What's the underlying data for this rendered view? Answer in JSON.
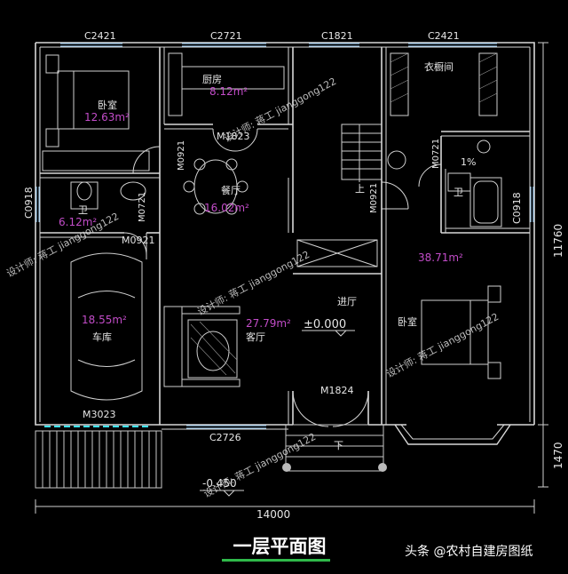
{
  "window_labels": {
    "top_1": "C2421",
    "top_2": "C2721",
    "top_3": "C1821",
    "top_4": "C2421",
    "left": "C0918",
    "right": "C0918",
    "bottom": "C2726"
  },
  "door_labels": {
    "m1823": "M1823",
    "m0921_a": "M0921",
    "m0921_b": "M0921",
    "m0921_c": "M0921",
    "m0721_a": "M0721",
    "m0721_b": "M0721",
    "m3023": "M3023",
    "m1824": "M1824"
  },
  "rooms": {
    "bedroom_left": "卧室",
    "kitchen": "厨房",
    "dining": "餐厅",
    "bath_left": "卫",
    "garage": "车库",
    "living": "客厅",
    "entry": "进厅",
    "closet": "衣橱间",
    "bath_right": "卫",
    "bedroom_right": "卧室"
  },
  "areas": {
    "bedroom_left": "12.63m²",
    "kitchen": "8.12m²",
    "dining": "16.02m²",
    "bath_left": "6.12m²",
    "garage": "18.55m²",
    "living": "27.79m²",
    "bedroom_right": "38.71m²"
  },
  "levels": {
    "floor": "±0.000",
    "outside": "-0.450",
    "slope": "1%",
    "stair_up": "上",
    "step_down": "下"
  },
  "dimensions": {
    "width": "14000",
    "height": "11760",
    "porch": "1470"
  },
  "watermark": "设计师: 蒋工 jianggong122",
  "title": "一层平面图",
  "credit": "头条 @农村自建房图纸"
}
